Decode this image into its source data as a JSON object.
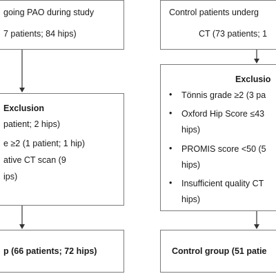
{
  "left": {
    "study_box": {
      "line1": "going PAO during study",
      "line2": "7 patients; 84 hips)"
    },
    "exclusion_box": {
      "title": "Exclusion",
      "lines": [
        "patient; 2 hips)",
        "e ≥2 (1 patient; 1 hip)",
        "ative CT scan (9",
        "ips)"
      ]
    },
    "result_box": {
      "text": "p (66 patients; 72 hips)"
    }
  },
  "right": {
    "control_box": {
      "line1": "Control patients underg",
      "line2": "CT (73 patients; 1"
    },
    "exclusion_box": {
      "title": "Exclusio",
      "items": [
        {
          "lines": [
            "Tönnis grade ≥2 (3 pa"
          ]
        },
        {
          "lines": [
            "Oxford Hip Score ≤43",
            "hips)"
          ]
        },
        {
          "lines": [
            "PROMIS score <50 (5",
            "hips)"
          ]
        },
        {
          "lines": [
            "Insufficient quality CT",
            "hips)"
          ]
        }
      ]
    },
    "result_box": {
      "text": "Control group (51 patie"
    }
  },
  "colors": {
    "border": "#7a7a7a",
    "text": "#1a1a1a",
    "background": "#ffffff"
  }
}
